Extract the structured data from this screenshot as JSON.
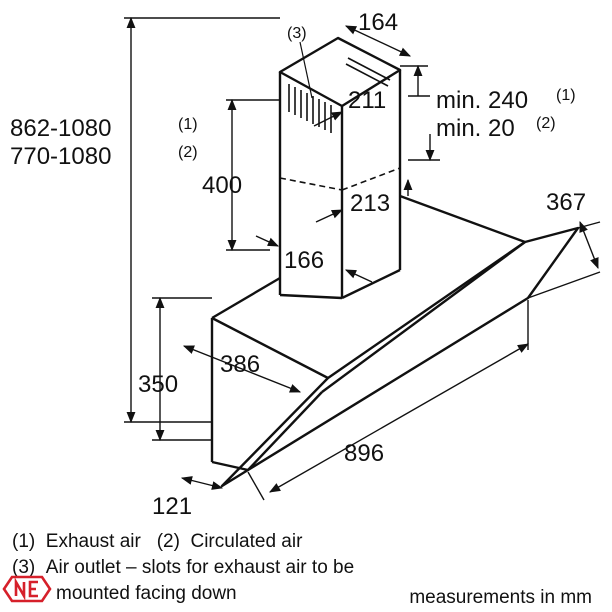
{
  "callout": {
    "outlet_marker": "(3)"
  },
  "dimensions": {
    "chimney_width": "164",
    "chimney_depth_top": "211",
    "chimney_depth_mid": "213",
    "chimney_width_bottom": "166",
    "upper_chimney_height": "400",
    "total_height_exhaust": "862-1080",
    "total_height_exhaust_note": "(1)",
    "total_height_circulated": "770-1080",
    "total_height_circulated_note": "(2)",
    "min_exhaust": "min. 240",
    "min_exhaust_note": "(1)",
    "min_circulated": "min. 20",
    "min_circulated_note": "(2)",
    "glass_depth": "367",
    "body_depth": "386",
    "body_height": "350",
    "hood_width": "896",
    "front_depth": "121"
  },
  "legend": {
    "line1_marker1": "(1)",
    "line1_text1": "Exhaust air",
    "line1_marker2": "(2)",
    "line1_text2": "Circulated air",
    "line2_marker": "(3)",
    "line2_text": "Air outlet – slots for exhaust air to be",
    "line3_text": "mounted facing down",
    "units": "measurements in mm"
  },
  "logo": {
    "name": "energy-label-logo",
    "color": "#d6202a"
  }
}
